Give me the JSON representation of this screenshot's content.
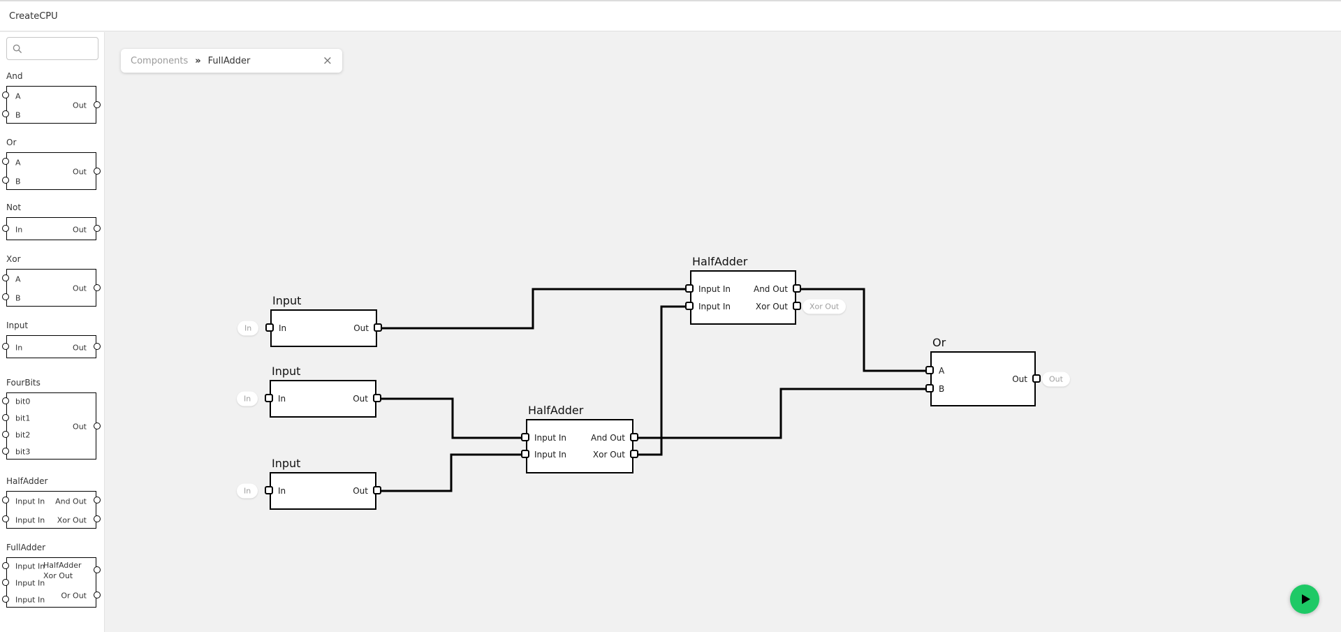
{
  "app": {
    "title": "CreateCPU"
  },
  "sidebar": {
    "search_placeholder": "",
    "components": [
      {
        "name": "And",
        "inputs": [
          "A",
          "B"
        ],
        "outputs": [
          "Out"
        ]
      },
      {
        "name": "Or",
        "inputs": [
          "A",
          "B"
        ],
        "outputs": [
          "Out"
        ]
      },
      {
        "name": "Not",
        "inputs": [
          "In"
        ],
        "outputs": [
          "Out"
        ]
      },
      {
        "name": "Xor",
        "inputs": [
          "A",
          "B"
        ],
        "outputs": [
          "Out"
        ]
      },
      {
        "name": "Input",
        "inputs": [
          "In"
        ],
        "outputs": [
          "Out"
        ]
      },
      {
        "name": "FourBits",
        "inputs": [
          "bit0",
          "bit1",
          "bit2",
          "bit3"
        ],
        "outputs": [
          "Out"
        ]
      },
      {
        "name": "HalfAdder",
        "inputs": [
          "Input In",
          "Input In"
        ],
        "outputs": [
          "And Out",
          "Xor Out"
        ]
      },
      {
        "name": "FullAdder",
        "inputs": [
          "Input In",
          "Input In",
          "Input In"
        ],
        "outputs": [
          "HalfAdder Xor Out",
          "Or Out"
        ]
      }
    ]
  },
  "tab": {
    "root": "Components",
    "separator": "»",
    "title": "FullAdder",
    "close_glyph": "×"
  },
  "canvas": {
    "nodes": [
      {
        "id": "input-1",
        "title": "Input",
        "left_ports": [
          "In"
        ],
        "right_ports": [
          "Out"
        ],
        "pill": "In"
      },
      {
        "id": "input-2",
        "title": "Input",
        "left_ports": [
          "In"
        ],
        "right_ports": [
          "Out"
        ],
        "pill": "In"
      },
      {
        "id": "input-3",
        "title": "Input",
        "left_ports": [
          "In"
        ],
        "right_ports": [
          "Out"
        ],
        "pill": "In"
      },
      {
        "id": "halfadder-top",
        "title": "HalfAdder",
        "left_ports": [
          "Input In",
          "Input In"
        ],
        "right_ports": [
          "And Out",
          "Xor Out"
        ],
        "pill": "Xor Out"
      },
      {
        "id": "halfadder-bottom",
        "title": "HalfAdder",
        "left_ports": [
          "Input In",
          "Input In"
        ],
        "right_ports": [
          "And Out",
          "Xor Out"
        ],
        "pill": null
      },
      {
        "id": "or-1",
        "title": "Or",
        "left_ports": [
          "A",
          "B"
        ],
        "right_ports": [
          "Out"
        ],
        "pill": "Out"
      }
    ]
  },
  "toolbar": {
    "run_icon": "play-triangle"
  },
  "icons": {
    "search": "magnifier",
    "close": "x-glyph"
  },
  "colors": {
    "accent_green": "#1ec966",
    "canvas_bg": "#f1f1f1",
    "panel_bg": "#ffffff",
    "wire": "#000000",
    "muted_text": "#9b9b9b"
  }
}
